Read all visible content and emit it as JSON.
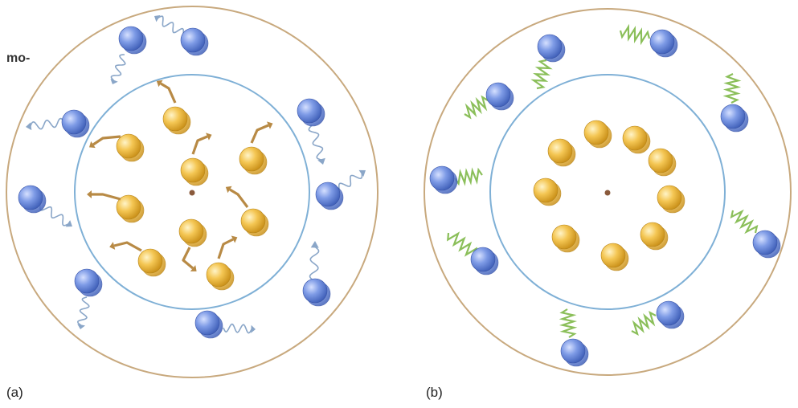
{
  "labels": {
    "panel_a": "(a)",
    "panel_b": "(b)",
    "cut_text": "mo-"
  },
  "colors": {
    "outer_ring": "#c8a97e",
    "inner_ring": "#7fb0d6",
    "blue_ball": "#6f8fe0",
    "yellow_ball": "#f2c14e",
    "spring": "#8bbf5a",
    "squiggle": "#8aa6c8",
    "arrow": "#b88a45",
    "center_dot": "#8a5a3c"
  },
  "icons": {
    "blue_particle": "blue-sphere-icon",
    "yellow_particle": "yellow-sphere-icon",
    "wavy_arrow": "wavy-arrow-icon",
    "spring": "spring-icon",
    "bent_arrow": "bent-arrow-icon"
  }
}
